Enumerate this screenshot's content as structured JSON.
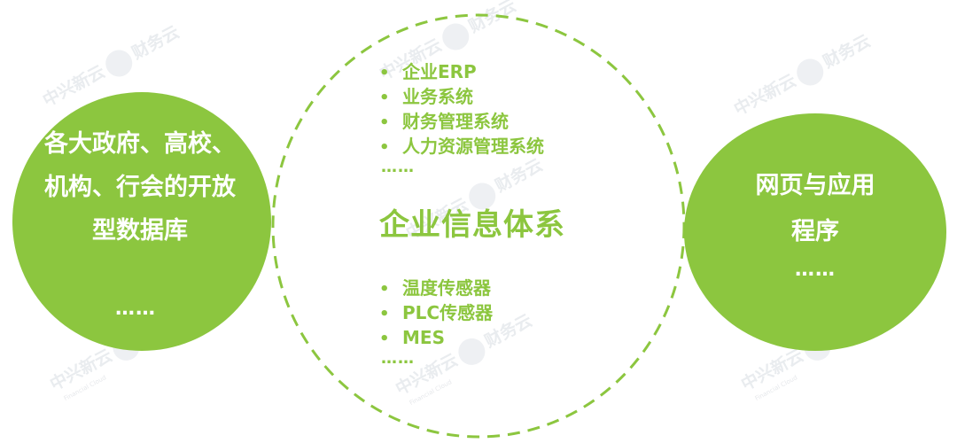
{
  "left_node": {
    "label": "各大政府、高校、机构、行会的开放型数据库",
    "more": "……"
  },
  "center_node": {
    "title": "企业信息体系",
    "top_items": [
      "企业ERP",
      "业务系统",
      "财务管理系统",
      "人力资源管理系统"
    ],
    "top_more": "……",
    "bottom_items": [
      "温度传感器",
      "PLC传感器",
      "MES"
    ],
    "bottom_more": "……",
    "bullet_glyph": "•"
  },
  "right_node": {
    "label_line1": "网页与应用",
    "label_line2": "程序",
    "more": "……"
  },
  "watermark": {
    "brand_a": "中兴新云",
    "brand_b": "财务云",
    "tagline": "Financial Cloud"
  },
  "colors": {
    "accent_green": "#8cc63f",
    "white": "#ffffff",
    "watermark_gray": "#e9ecef"
  }
}
